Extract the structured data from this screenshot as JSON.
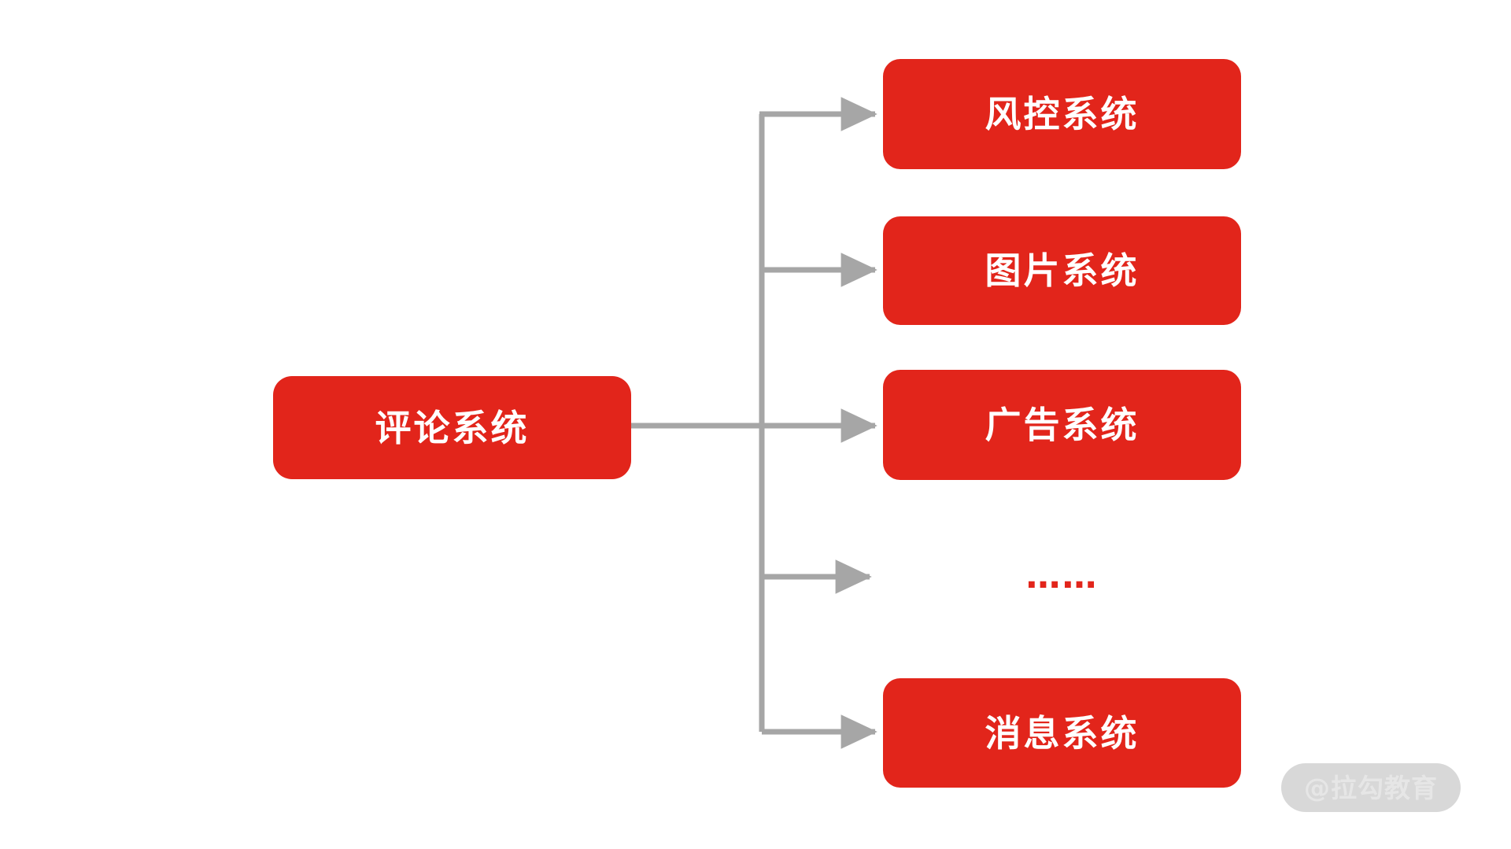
{
  "diagram": {
    "type": "fan-out-tree",
    "background_color": "#ffffff",
    "node_fill_color": "#E2251B",
    "node_text_color": "#ffffff",
    "connector_color": "#a6a6a6",
    "source": {
      "label": "评论系统",
      "name": "comment-system"
    },
    "targets": [
      {
        "label": "风控系统",
        "name": "risk-control-system"
      },
      {
        "label": "图片系统",
        "name": "image-system"
      },
      {
        "label": "广告系统",
        "name": "advertising-system"
      },
      {
        "label": "……",
        "name": "ellipsis-placeholder",
        "is_placeholder": true
      },
      {
        "label": "消息系统",
        "name": "message-system"
      }
    ]
  },
  "watermark": {
    "text": "@拉勾教育"
  }
}
